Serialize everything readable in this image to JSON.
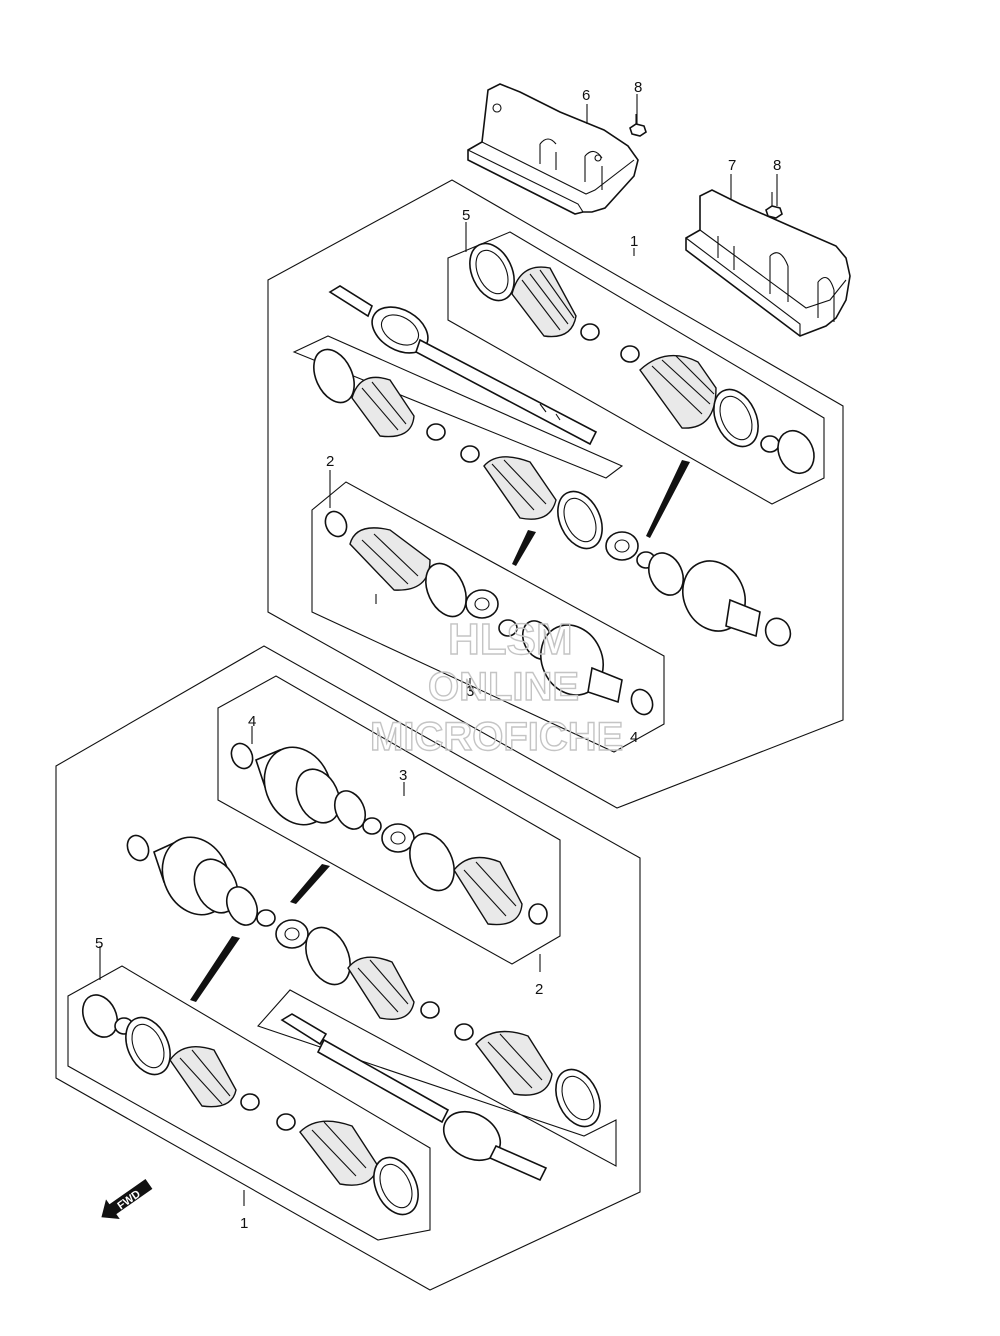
{
  "diagram": {
    "callouts": {
      "c6": "6",
      "c8a": "8",
      "c7": "7",
      "c8b": "8",
      "c5top": "5",
      "c1top": "1",
      "c2top": "2",
      "c3top": "3",
      "c4top": "4",
      "c4bot": "4",
      "c3bot": "3",
      "c2bot": "2",
      "c5bot": "5",
      "c1bot": "1"
    },
    "fwd_label": "FWD",
    "watermark": [
      "HLSM",
      "ONLINE",
      "MICROFICHE"
    ]
  }
}
